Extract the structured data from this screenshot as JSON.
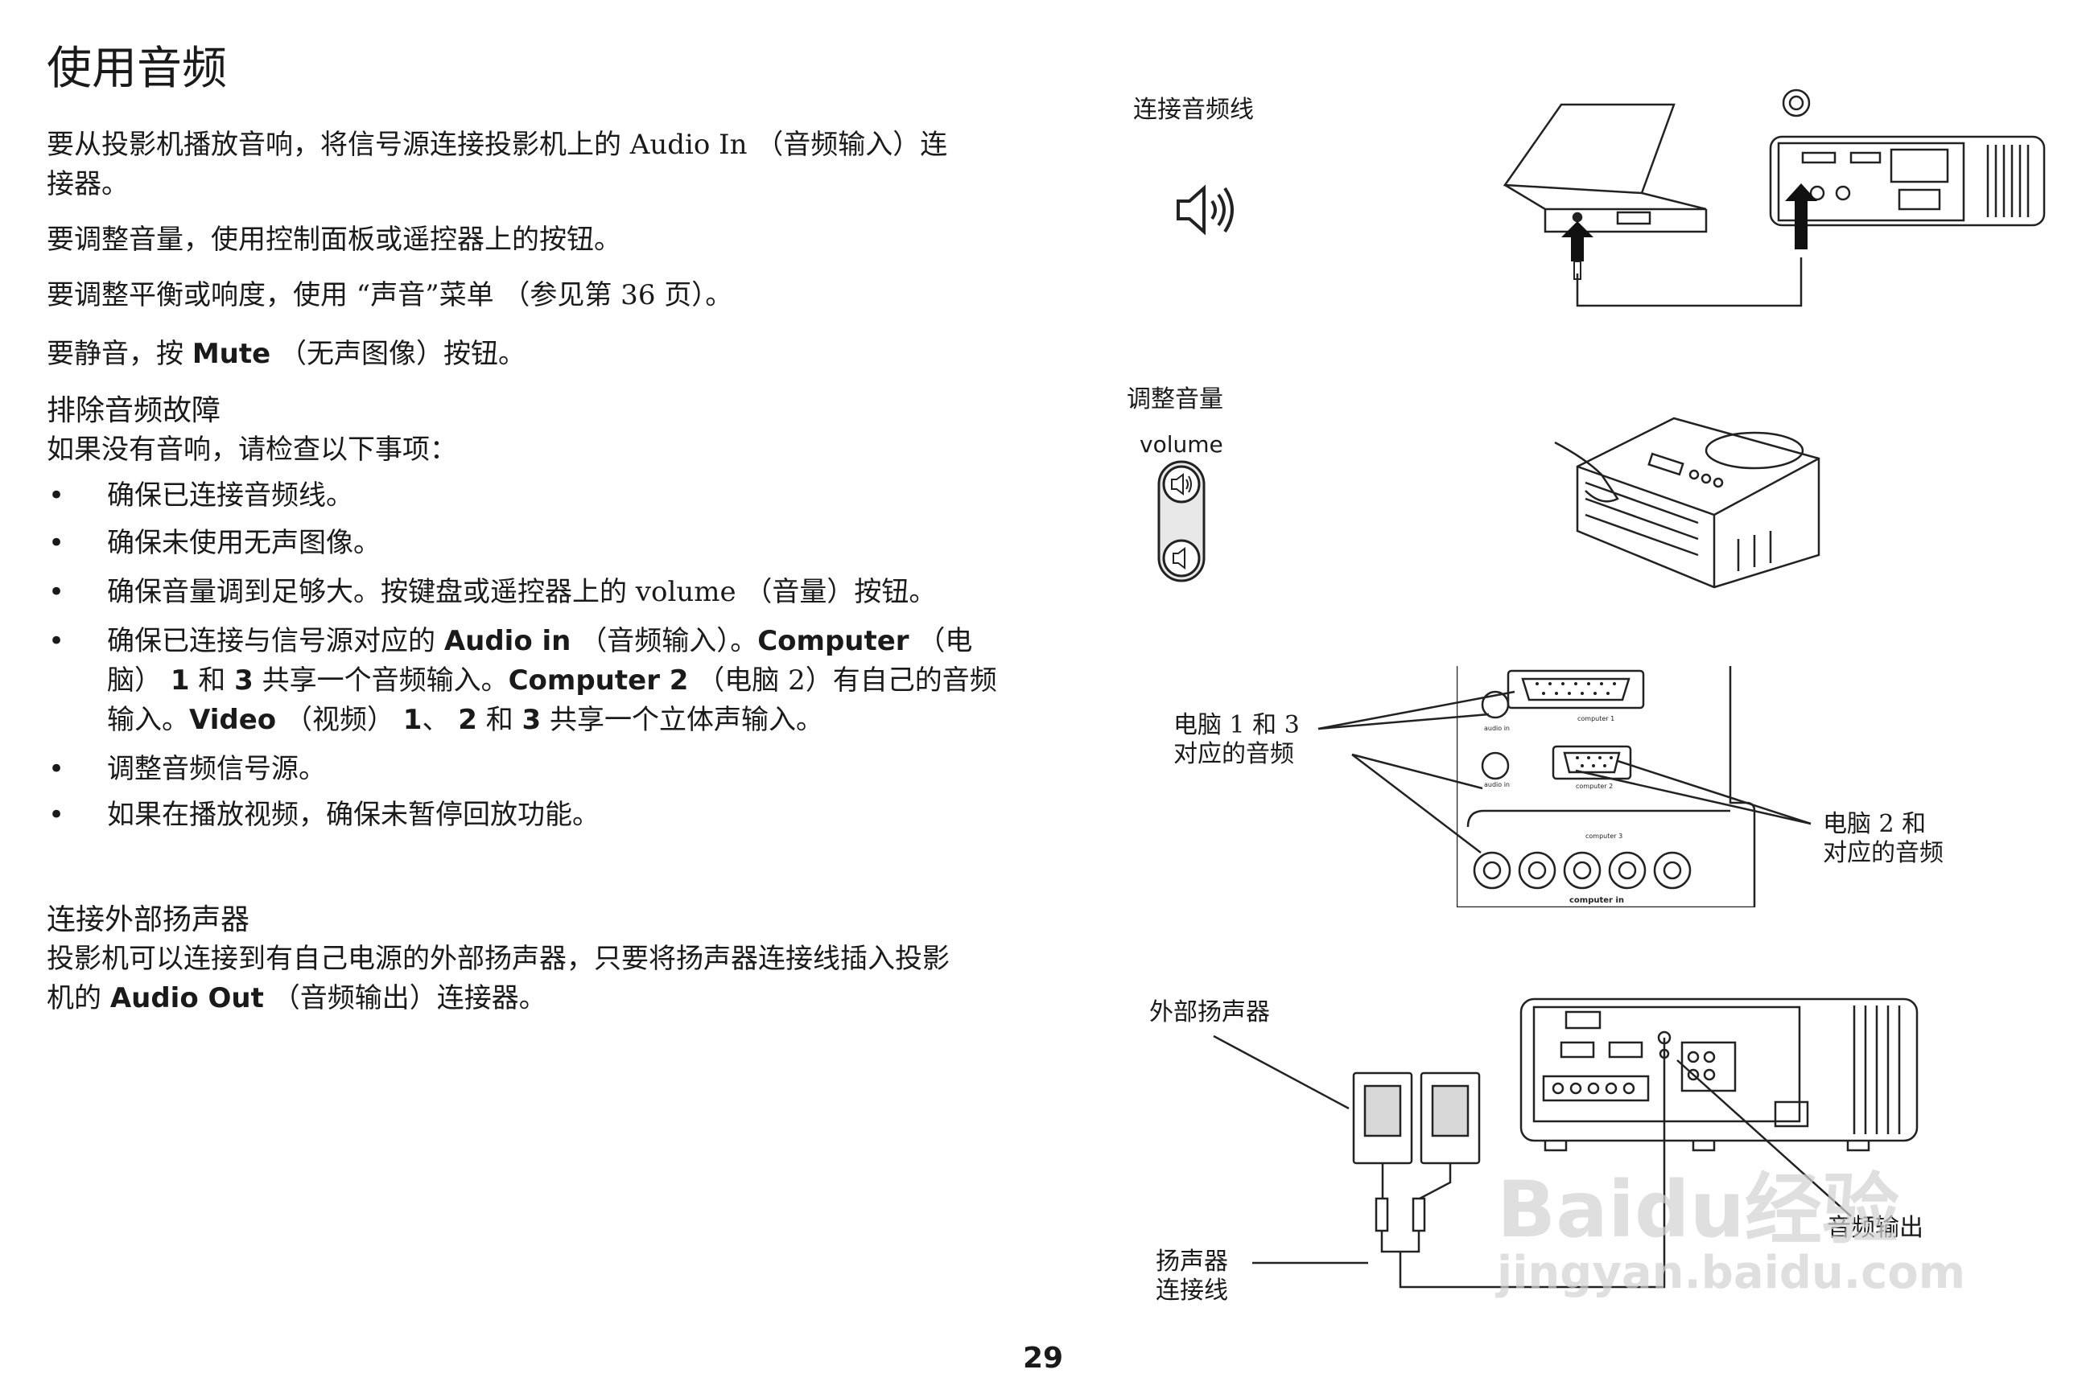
{
  "page": {
    "title": "使用音频",
    "intro": [
      "要从投影机播放音响，将信号源连接投影机上的 Audio In （音频输入）连",
      "接器。",
      "要调整音量，使用控制面板或遥控器上的按钮。",
      "要调整平衡或响度，使用 “声音”菜单 （参见第 36 页）。"
    ],
    "mute": {
      "pre": "要静音，按 ",
      "key": "Mute",
      "post": " （无声图像）按钮。"
    },
    "troubleshoot": {
      "heading": "排除音频故障",
      "lead": "如果没有音响，请检查以下事项：",
      "items": [
        "确保已连接音频线。",
        "确保未使用无声图像。",
        "确保音量调到足够大。按键盘或遥控器上的 volume （音量）按钮。"
      ],
      "item4": {
        "l1_a": "确保已连接与信号源对应的 ",
        "l1_b": "Audio in",
        "l1_c": " （音频输入）。",
        "l1_d": "Computer",
        "l1_e": " （电",
        "l2_a": "脑） ",
        "l2_b": "1",
        "l2_c": " 和 ",
        "l2_d": "3",
        "l2_e": " 共享一个音频输入。",
        "l2_f": "Computer 2",
        "l2_g": " （电脑 2）有自己的音频",
        "l3_a": "输入。",
        "l3_b": "Video",
        "l3_c": " （视频） ",
        "l3_d": "1",
        "l3_e": "、 ",
        "l3_f": "2",
        "l3_g": " 和 ",
        "l3_h": "3",
        "l3_i": " 共享一个立体声输入。"
      },
      "items_after": [
        "调整音频信号源。",
        "如果在播放视频，确保未暂停回放功能。"
      ]
    },
    "external": {
      "heading": "连接外部扬声器",
      "l1": "投影机可以连接到有自己电源的外部扬声器，只要将扬声器连接线插入投影",
      "l2_a": "机的 ",
      "l2_b": "Audio Out",
      "l2_c": " （音频输出）连接器。"
    },
    "page_number": "29"
  },
  "diagrams": {
    "connect_audio": {
      "label": "连接音频线"
    },
    "volume": {
      "label": "调整音量",
      "button_label": "volume"
    },
    "ports": {
      "left_label_1": "电脑 1 和 3",
      "left_label_2": "对应的音频",
      "right_label_1": "电脑 2 和",
      "right_label_2": "对应的音频",
      "tiny_computer1": "computer 1",
      "tiny_audio_in": "audio in",
      "tiny_computer2": "computer 2",
      "tiny_audio_in2": "audio in",
      "tiny_computer3": "computer 3",
      "tiny_computer_in": "computer in"
    },
    "speakers": {
      "label_speakers": "外部扬声器",
      "label_cable_1": "扬声器",
      "label_cable_2": "连接线",
      "label_audio_out": "音频输出"
    }
  },
  "watermark": {
    "main": "Baidu经验",
    "sub": "jingyan.baidu.com"
  }
}
